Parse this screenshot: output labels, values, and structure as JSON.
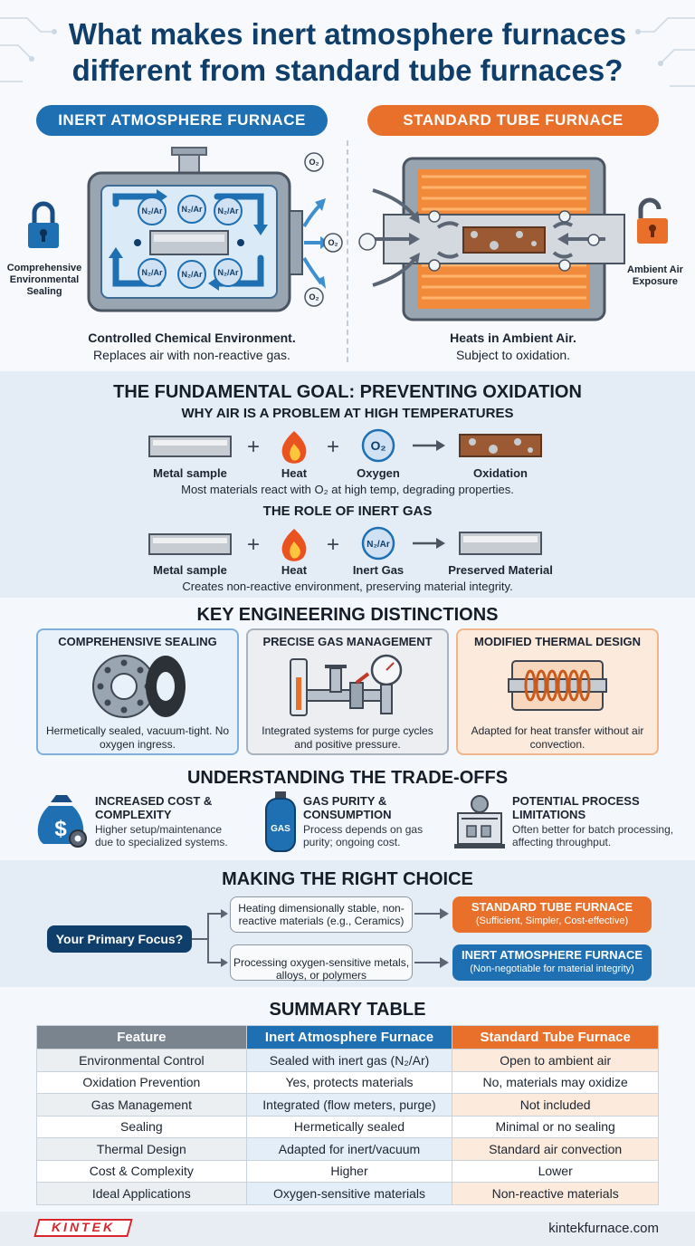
{
  "title": "What makes inert atmosphere furnaces different from standard tube furnaces?",
  "comparison": {
    "inert": {
      "label": "INERT ATMOSPHERE FURNACE",
      "gas_label": "N₂/Ar",
      "o2_label": "O₂",
      "side_label": "Comprehensive Environmental Sealing",
      "caption_bold": "Controlled Chemical Environment.",
      "caption": "Replaces air with non-reactive gas."
    },
    "standard": {
      "label": "STANDARD TUBE FURNACE",
      "side_label": "Ambient Air Exposure",
      "caption_bold": "Heats in Ambient Air.",
      "caption": "Subject to oxidation."
    }
  },
  "goal": {
    "heading": "THE FUNDAMENTAL GOAL: PREVENTING OXIDATION",
    "problem_heading": "WHY AIR IS A PROBLEM AT HIGH TEMPERATURES",
    "problem_items": [
      "Metal sample",
      "Heat",
      "Oxygen",
      "Oxidation"
    ],
    "problem_oxygen_symbol": "O₂",
    "problem_note": "Most materials react with O₂ at high temp, degrading properties.",
    "role_heading": "THE ROLE OF INERT GAS",
    "role_items": [
      "Metal sample",
      "Heat",
      "Inert Gas",
      "Preserved Material"
    ],
    "role_gas_symbol": "N₂/Ar",
    "role_note": "Creates non-reactive environment, preserving material integrity."
  },
  "distinctions": {
    "heading": "KEY ENGINEERING DISTINCTIONS",
    "cards": [
      {
        "title": "COMPREHENSIVE SEALING",
        "desc": "Hermetically sealed, vacuum-tight. No oxygen ingress."
      },
      {
        "title": "PRECISE GAS MANAGEMENT",
        "desc": "Integrated systems for purge cycles and positive pressure."
      },
      {
        "title": "MODIFIED THERMAL DESIGN",
        "desc": "Adapted for heat transfer without air convection."
      }
    ]
  },
  "tradeoffs": {
    "heading": "UNDERSTANDING THE TRADE-OFFS",
    "items": [
      {
        "title": "INCREASED COST & COMPLEXITY",
        "desc": "Higher setup/maintenance due to specialized systems."
      },
      {
        "title": "GAS PURITY & CONSUMPTION",
        "desc": "Process depends on gas purity; ongoing cost."
      },
      {
        "title": "POTENTIAL PROCESS LIMITATIONS",
        "desc": "Often better for batch processing, affecting throughput."
      }
    ],
    "cylinder_label": "GAS"
  },
  "choice": {
    "heading": "MAKING THE RIGHT CHOICE",
    "focus": "Your Primary Focus?",
    "option_1": "Heating dimensionally stable, non-reactive materials (e.g., Ceramics)",
    "result_1_title": "STANDARD TUBE FURNACE",
    "result_1_sub": "(Sufficient, Simpler, Cost-effective)",
    "option_2": "Processing oxygen-sensitive metals, alloys, or polymers",
    "result_2_title": "INERT ATMOSPHERE FURNACE",
    "result_2_sub": "(Non-negotiable for material integrity)"
  },
  "summary": {
    "heading": "SUMMARY TABLE",
    "columns": [
      "Feature",
      "Inert Atmosphere Furnace",
      "Standard Tube Furnace"
    ],
    "rows": [
      [
        "Environmental Control",
        "Sealed with inert gas (N₂/Ar)",
        "Open to ambient air"
      ],
      [
        "Oxidation Prevention",
        "Yes, protects materials",
        "No, materials may oxidize"
      ],
      [
        "Gas Management",
        "Integrated (flow meters, purge)",
        "Not included"
      ],
      [
        "Sealing",
        "Hermetically sealed",
        "Minimal or no sealing"
      ],
      [
        "Thermal Design",
        "Adapted for inert/vacuum",
        "Standard air convection"
      ],
      [
        "Cost & Complexity",
        "Higher",
        "Lower"
      ],
      [
        "Ideal Applications",
        "Oxygen-sensitive materials",
        "Non-reactive materials"
      ]
    ]
  },
  "footer": {
    "logo": "KINTEK",
    "url": "kintekfurnace.com"
  },
  "colors": {
    "navy": "#0f3e6b",
    "inert_blue": "#1f6fb3",
    "standard_orange": "#e8702a"
  }
}
